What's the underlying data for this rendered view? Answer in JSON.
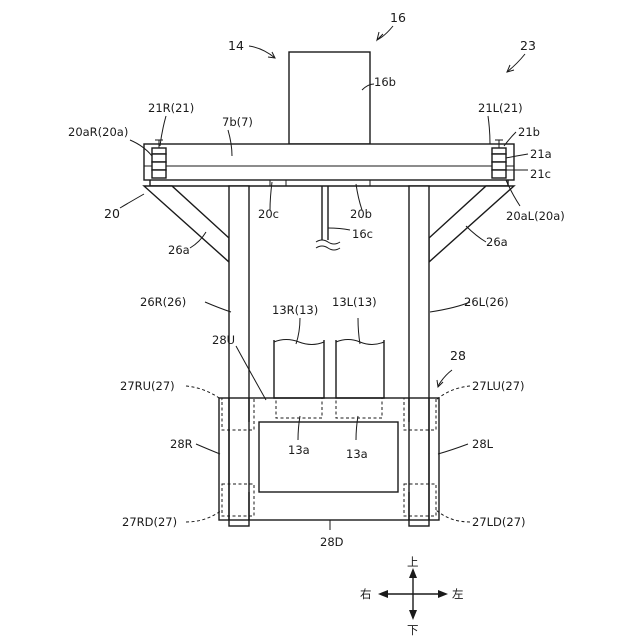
{
  "labels": {
    "l16": "16",
    "l14": "14",
    "l23": "23",
    "l16b": "16b",
    "l21R": "21R(21)",
    "l7b": "7b(7)",
    "l21L": "21L(21)",
    "l21b": "21b",
    "l20aR": "20aR(20a)",
    "l21a": "21a",
    "l21c": "21c",
    "l20aL": "20aL(20a)",
    "l20": "20",
    "l20c": "20c",
    "l20b": "20b",
    "l16c": "16c",
    "l26aL": "26a",
    "l26aR": "26a",
    "l26R": "26R(26)",
    "l13R": "13R(13)",
    "l13L": "13L(13)",
    "l26L": "26L(26)",
    "l28U": "28U",
    "l28": "28",
    "l27RU": "27RU(27)",
    "l27LU": "27LU(27)",
    "l28R": "28R",
    "l28L": "28L",
    "l13aR": "13a",
    "l13aL": "13a",
    "l27RD": "27RD(27)",
    "l27LD": "27LD(27)",
    "l28D": "28D"
  },
  "compass": {
    "up": "上",
    "down": "下",
    "right": "右",
    "left": "左"
  }
}
